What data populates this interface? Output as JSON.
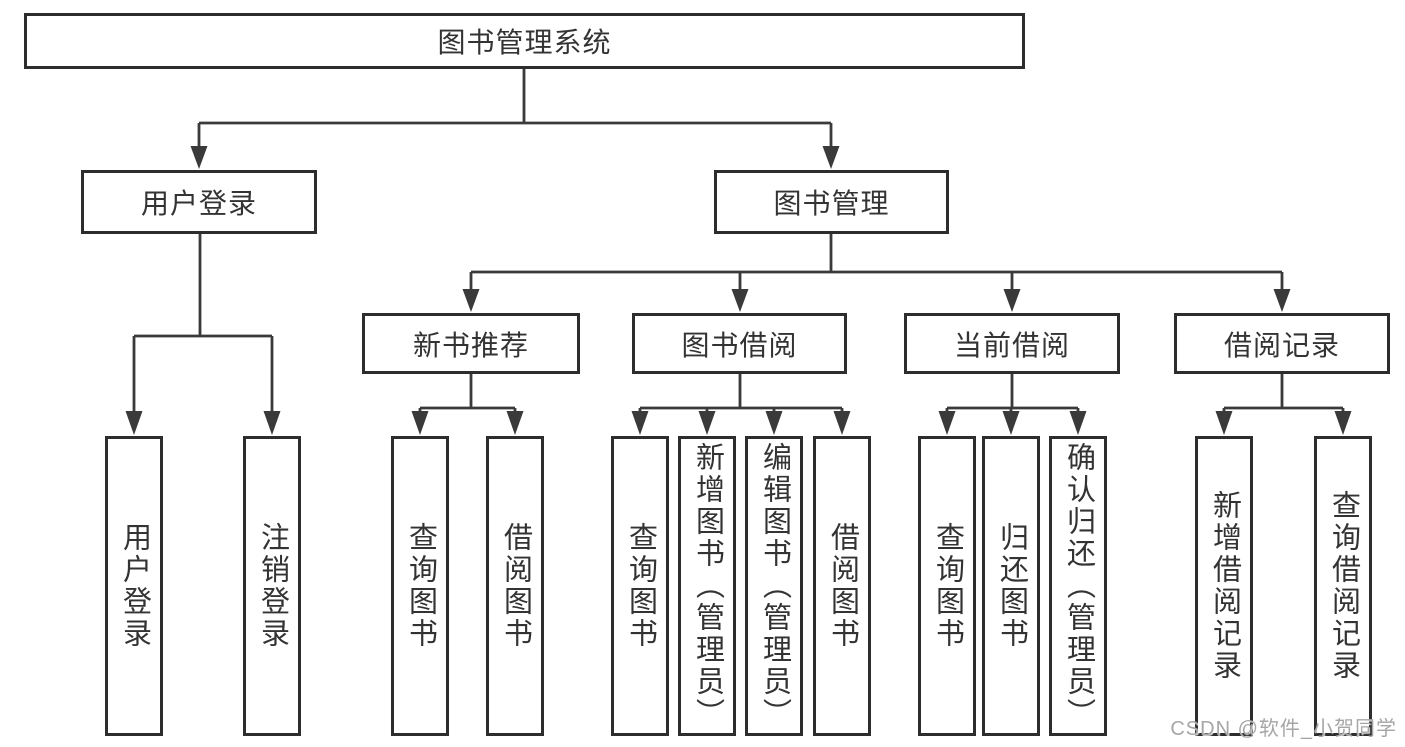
{
  "diagram": {
    "root": {
      "label": "图书管理系统"
    },
    "level2": [
      {
        "label": "用户登录"
      },
      {
        "label": "图书管理"
      }
    ],
    "level3": [
      {
        "label": "新书推荐"
      },
      {
        "label": "图书借阅"
      },
      {
        "label": "当前借阅"
      },
      {
        "label": "借阅记录"
      }
    ],
    "leaves": {
      "user_login": [
        "用户登录",
        "注销登录"
      ],
      "new_book": [
        "查询图书",
        "借阅图书"
      ],
      "book_borrow": [
        "查询图书",
        "新增图书（管理员）",
        "编辑图书（管理员）",
        "借阅图书"
      ],
      "current_borrow": [
        "查询图书",
        "归还图书",
        "确认归还（管理员）"
      ],
      "borrow_record": [
        "新增借阅记录",
        "查询借阅记录"
      ]
    },
    "watermark": "CSDN @软件_小贺同学",
    "colors": {
      "line": "#3a3a3a",
      "box_border": "#2d2d2d",
      "text": "#333333",
      "background": "#ffffff",
      "watermark": "#a6a6a6"
    }
  }
}
